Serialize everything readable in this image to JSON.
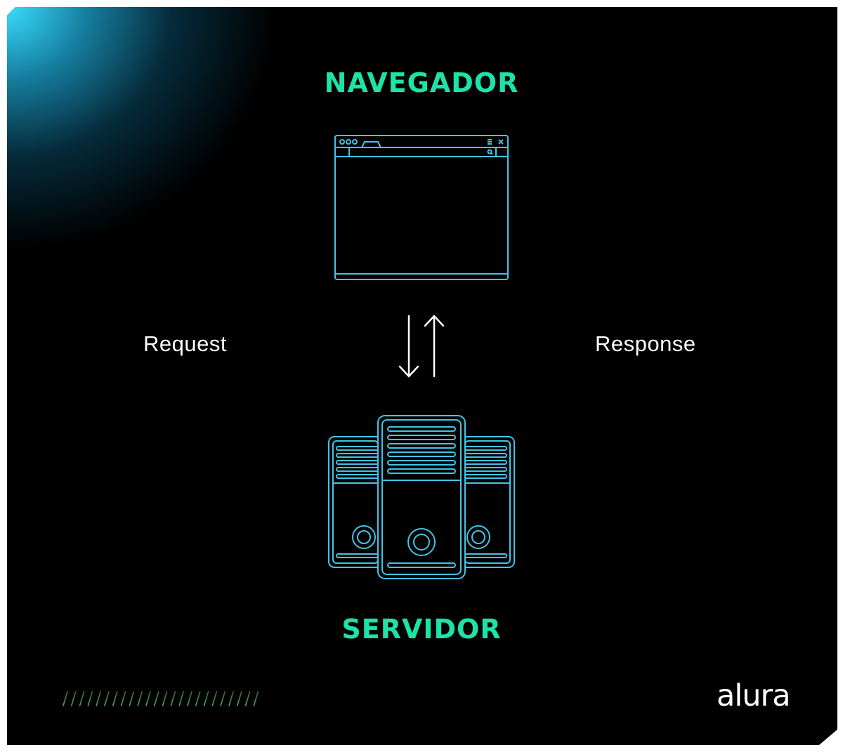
{
  "diagram": {
    "top_node": {
      "label": "NAVEGADOR",
      "icon": "browser-window-icon"
    },
    "bottom_node": {
      "label": "SERVIDOR",
      "icon": "server-icon"
    },
    "left_edge": {
      "label": "Request",
      "direction": "down"
    },
    "right_edge": {
      "label": "Response",
      "direction": "up"
    }
  },
  "brand": {
    "logo_text": "alura"
  },
  "decor": {
    "stripe_icon": "diagonal-stripes-icon"
  },
  "colors": {
    "title": "#1de3a9",
    "line_art": "#3fc6e8",
    "stripes": "#3b8a4a",
    "background": "#000000",
    "glow": "#38dcff"
  }
}
